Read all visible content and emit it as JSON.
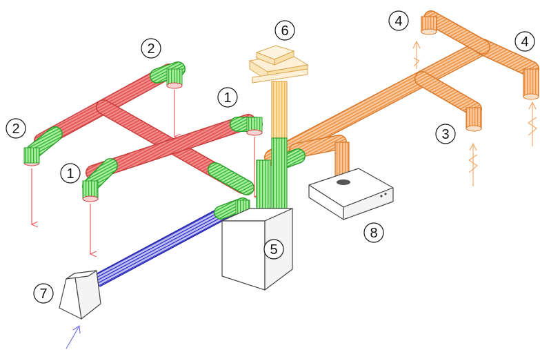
{
  "diagram": {
    "labels": [
      {
        "id": "c6",
        "text": "6"
      },
      {
        "id": "c4a",
        "text": "4"
      },
      {
        "id": "c4b",
        "text": "4"
      },
      {
        "id": "c2a",
        "text": "2"
      },
      {
        "id": "c2b",
        "text": "2"
      },
      {
        "id": "c1a",
        "text": "1"
      },
      {
        "id": "c1b",
        "text": "1"
      },
      {
        "id": "c3",
        "text": "3"
      },
      {
        "id": "c5",
        "text": "5"
      },
      {
        "id": "c7",
        "text": "7"
      },
      {
        "id": "c8",
        "text": "8"
      }
    ],
    "colors": {
      "supply_red": "#f06a6a",
      "supply_red_stripe": "#e05050",
      "bend_green": "#7ee07e",
      "bend_green_stripe": "#3cb63c",
      "extract_orange": "#f7b27a",
      "extract_orange_stripe": "#e8893c",
      "outdoor_blue": "#8f8fe6",
      "outdoor_blue_stripe": "#3c3cc8",
      "exhaust_yellow": "#f8d690",
      "arrow_red": "#e84a4a",
      "arrow_orange": "#f2a35e",
      "arrow_blue": "#6a6ae0"
    }
  }
}
